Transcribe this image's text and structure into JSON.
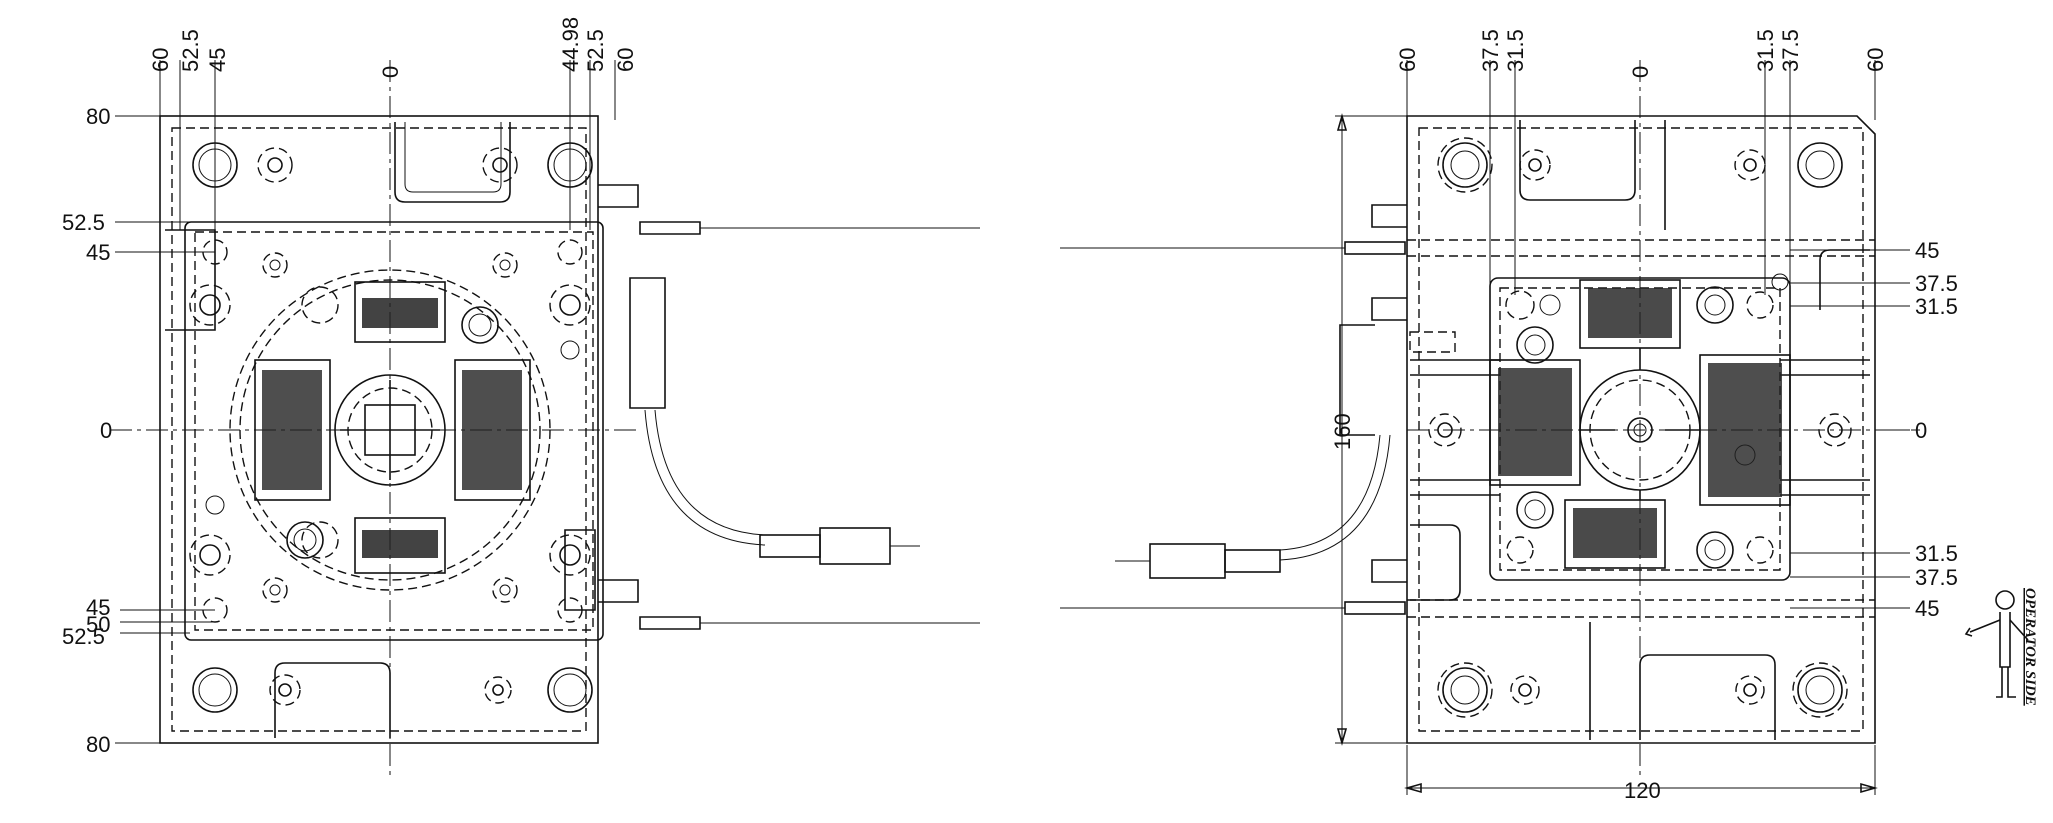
{
  "left_plate": {
    "top_dims": [
      "60",
      "52.5",
      "45",
      "0",
      "44.98",
      "52.5",
      "60"
    ],
    "side_dims": [
      "80",
      "52.5",
      "45",
      "0",
      "45",
      "50",
      "52.5",
      "80"
    ]
  },
  "right_plate": {
    "top_dims": [
      "60",
      "37.5",
      "31.5",
      "0",
      "31.5",
      "37.5",
      "60"
    ],
    "side_dims": [
      "45",
      "37.5",
      "31.5",
      "0",
      "31.5",
      "37.5",
      "45"
    ],
    "height_dim": "160",
    "width_dim": "120"
  },
  "operator_note": "OPERATOR SIDE"
}
